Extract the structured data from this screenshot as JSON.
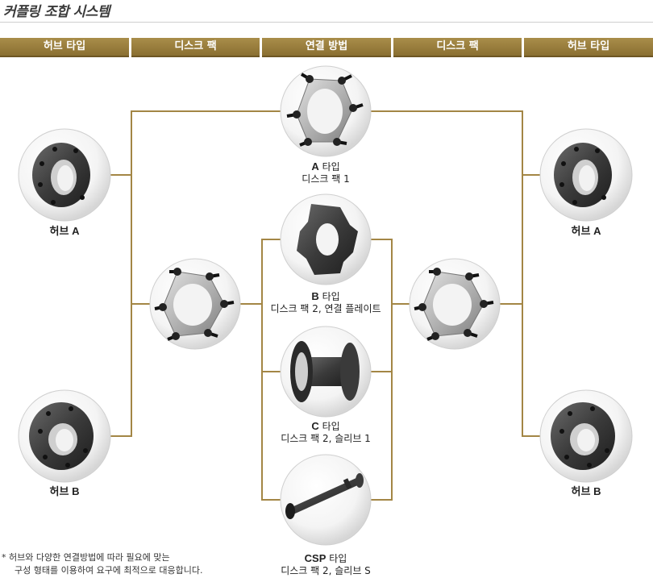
{
  "title": "커플링 조합 시스템",
  "headers": [
    "허브 타입",
    "디스크 팩",
    "연결 방법",
    "디스크 팩",
    "허브 타입"
  ],
  "left_hubs": [
    {
      "name": "허브 A"
    },
    {
      "name": "허브 B"
    }
  ],
  "right_hubs": [
    {
      "name": "허브 A"
    },
    {
      "name": "허브 B"
    }
  ],
  "connections": [
    {
      "type": "A",
      "type_suffix": "타입",
      "desc": "디스크 팩 1"
    },
    {
      "type": "B",
      "type_suffix": "타입",
      "desc": "디스크 팩 2, 연결 플레이트"
    },
    {
      "type": "C",
      "type_suffix": "타입",
      "desc": "디스크 팩 2, 슬리브 1"
    },
    {
      "type": "CSP",
      "type_suffix": "타입",
      "desc": "디스크 팩 2, 슬리브 S"
    }
  ],
  "footnote": {
    "line1": "* 허브와 다양한 연결방법에 따라 필요에 맞는",
    "line2": "구성 형태를 이용하여 요구에 최적으로 대응합니다."
  },
  "colors": {
    "accent": "#9a7d3b",
    "line": "#a38645",
    "header_text": "#ffffff"
  }
}
